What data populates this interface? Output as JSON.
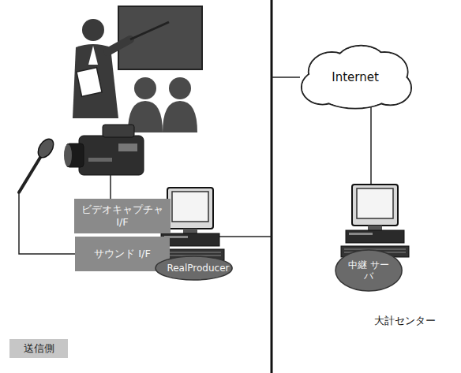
{
  "diagram": {
    "nodes": [
      {
        "text": [
          "ビデオキャプチャ I/F"
        ]
      },
      {
        "text": [
          "サウンド I/F"
        ]
      },
      {
        "text": [
          "RealProducer"
        ]
      },
      {
        "text": [
          "Internet"
        ]
      },
      {
        "text": [
          "中継 サーバ"
        ]
      },
      {
        "text": [
          "送信側"
        ]
      }
    ],
    "labels": [
      "大計センター"
    ]
  }
}
